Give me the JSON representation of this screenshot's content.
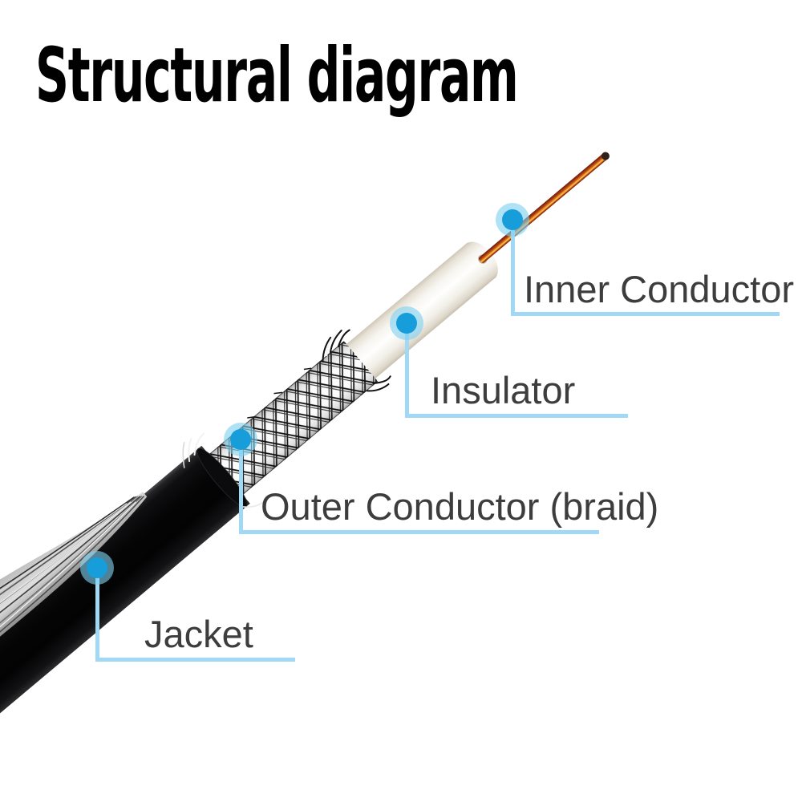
{
  "title": "Structural diagram",
  "diagram": {
    "subject": "coaxial cable structure",
    "callouts": [
      {
        "id": "inner-conductor",
        "label": "Inner Conductor"
      },
      {
        "id": "insulator",
        "label": "Insulator"
      },
      {
        "id": "outer-conductor",
        "label": "Outer Conductor (braid)"
      },
      {
        "id": "jacket",
        "label": "Jacket"
      }
    ]
  },
  "colors": {
    "background": "#ffffff",
    "title-text": "#000000",
    "label-text": "#3d3d3d",
    "accent-line": "#a1d9f4",
    "dot-inner": "#189ddb",
    "dot-halo": "#7fd0f0",
    "copper-wire": "#c0541a",
    "copper-highlight": "#ffd054",
    "insulator-white": "#f7f4ee",
    "braid-white": "#fbfbfb",
    "braid-strand": "#191919",
    "shield-silver": "#c2c2c2",
    "jacket-black": "#060607"
  }
}
